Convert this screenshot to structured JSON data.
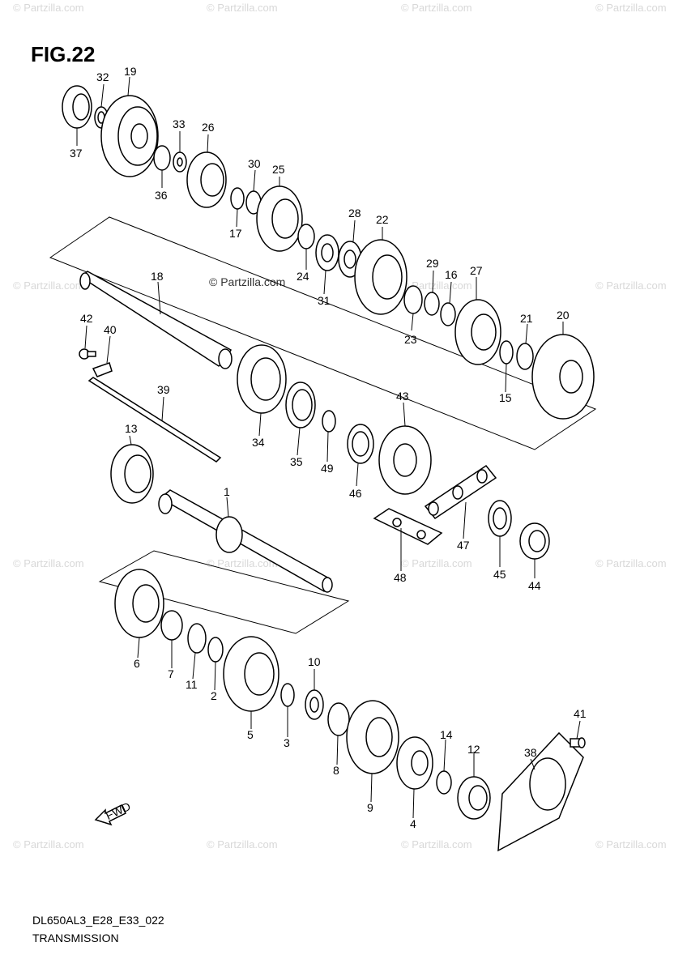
{
  "figure": {
    "title": "FIG.22",
    "code": "DL650AL3_E28_E33_022",
    "subtitle": "TRANSMISSION",
    "copyright": "© Partzilla.com",
    "watermark": "© Partzilla.com",
    "fwd_label": "FWD"
  },
  "callouts": [
    "1",
    "2",
    "3",
    "4",
    "5",
    "6",
    "7",
    "8",
    "9",
    "10",
    "11",
    "12",
    "13",
    "14",
    "15",
    "16",
    "17",
    "18",
    "19",
    "20",
    "21",
    "22",
    "23",
    "24",
    "25",
    "26",
    "27",
    "28",
    "29",
    "30",
    "31",
    "32",
    "33",
    "34",
    "35",
    "36",
    "37",
    "38",
    "39",
    "40",
    "41",
    "42",
    "43",
    "44",
    "45",
    "46",
    "47",
    "48",
    "49"
  ]
}
